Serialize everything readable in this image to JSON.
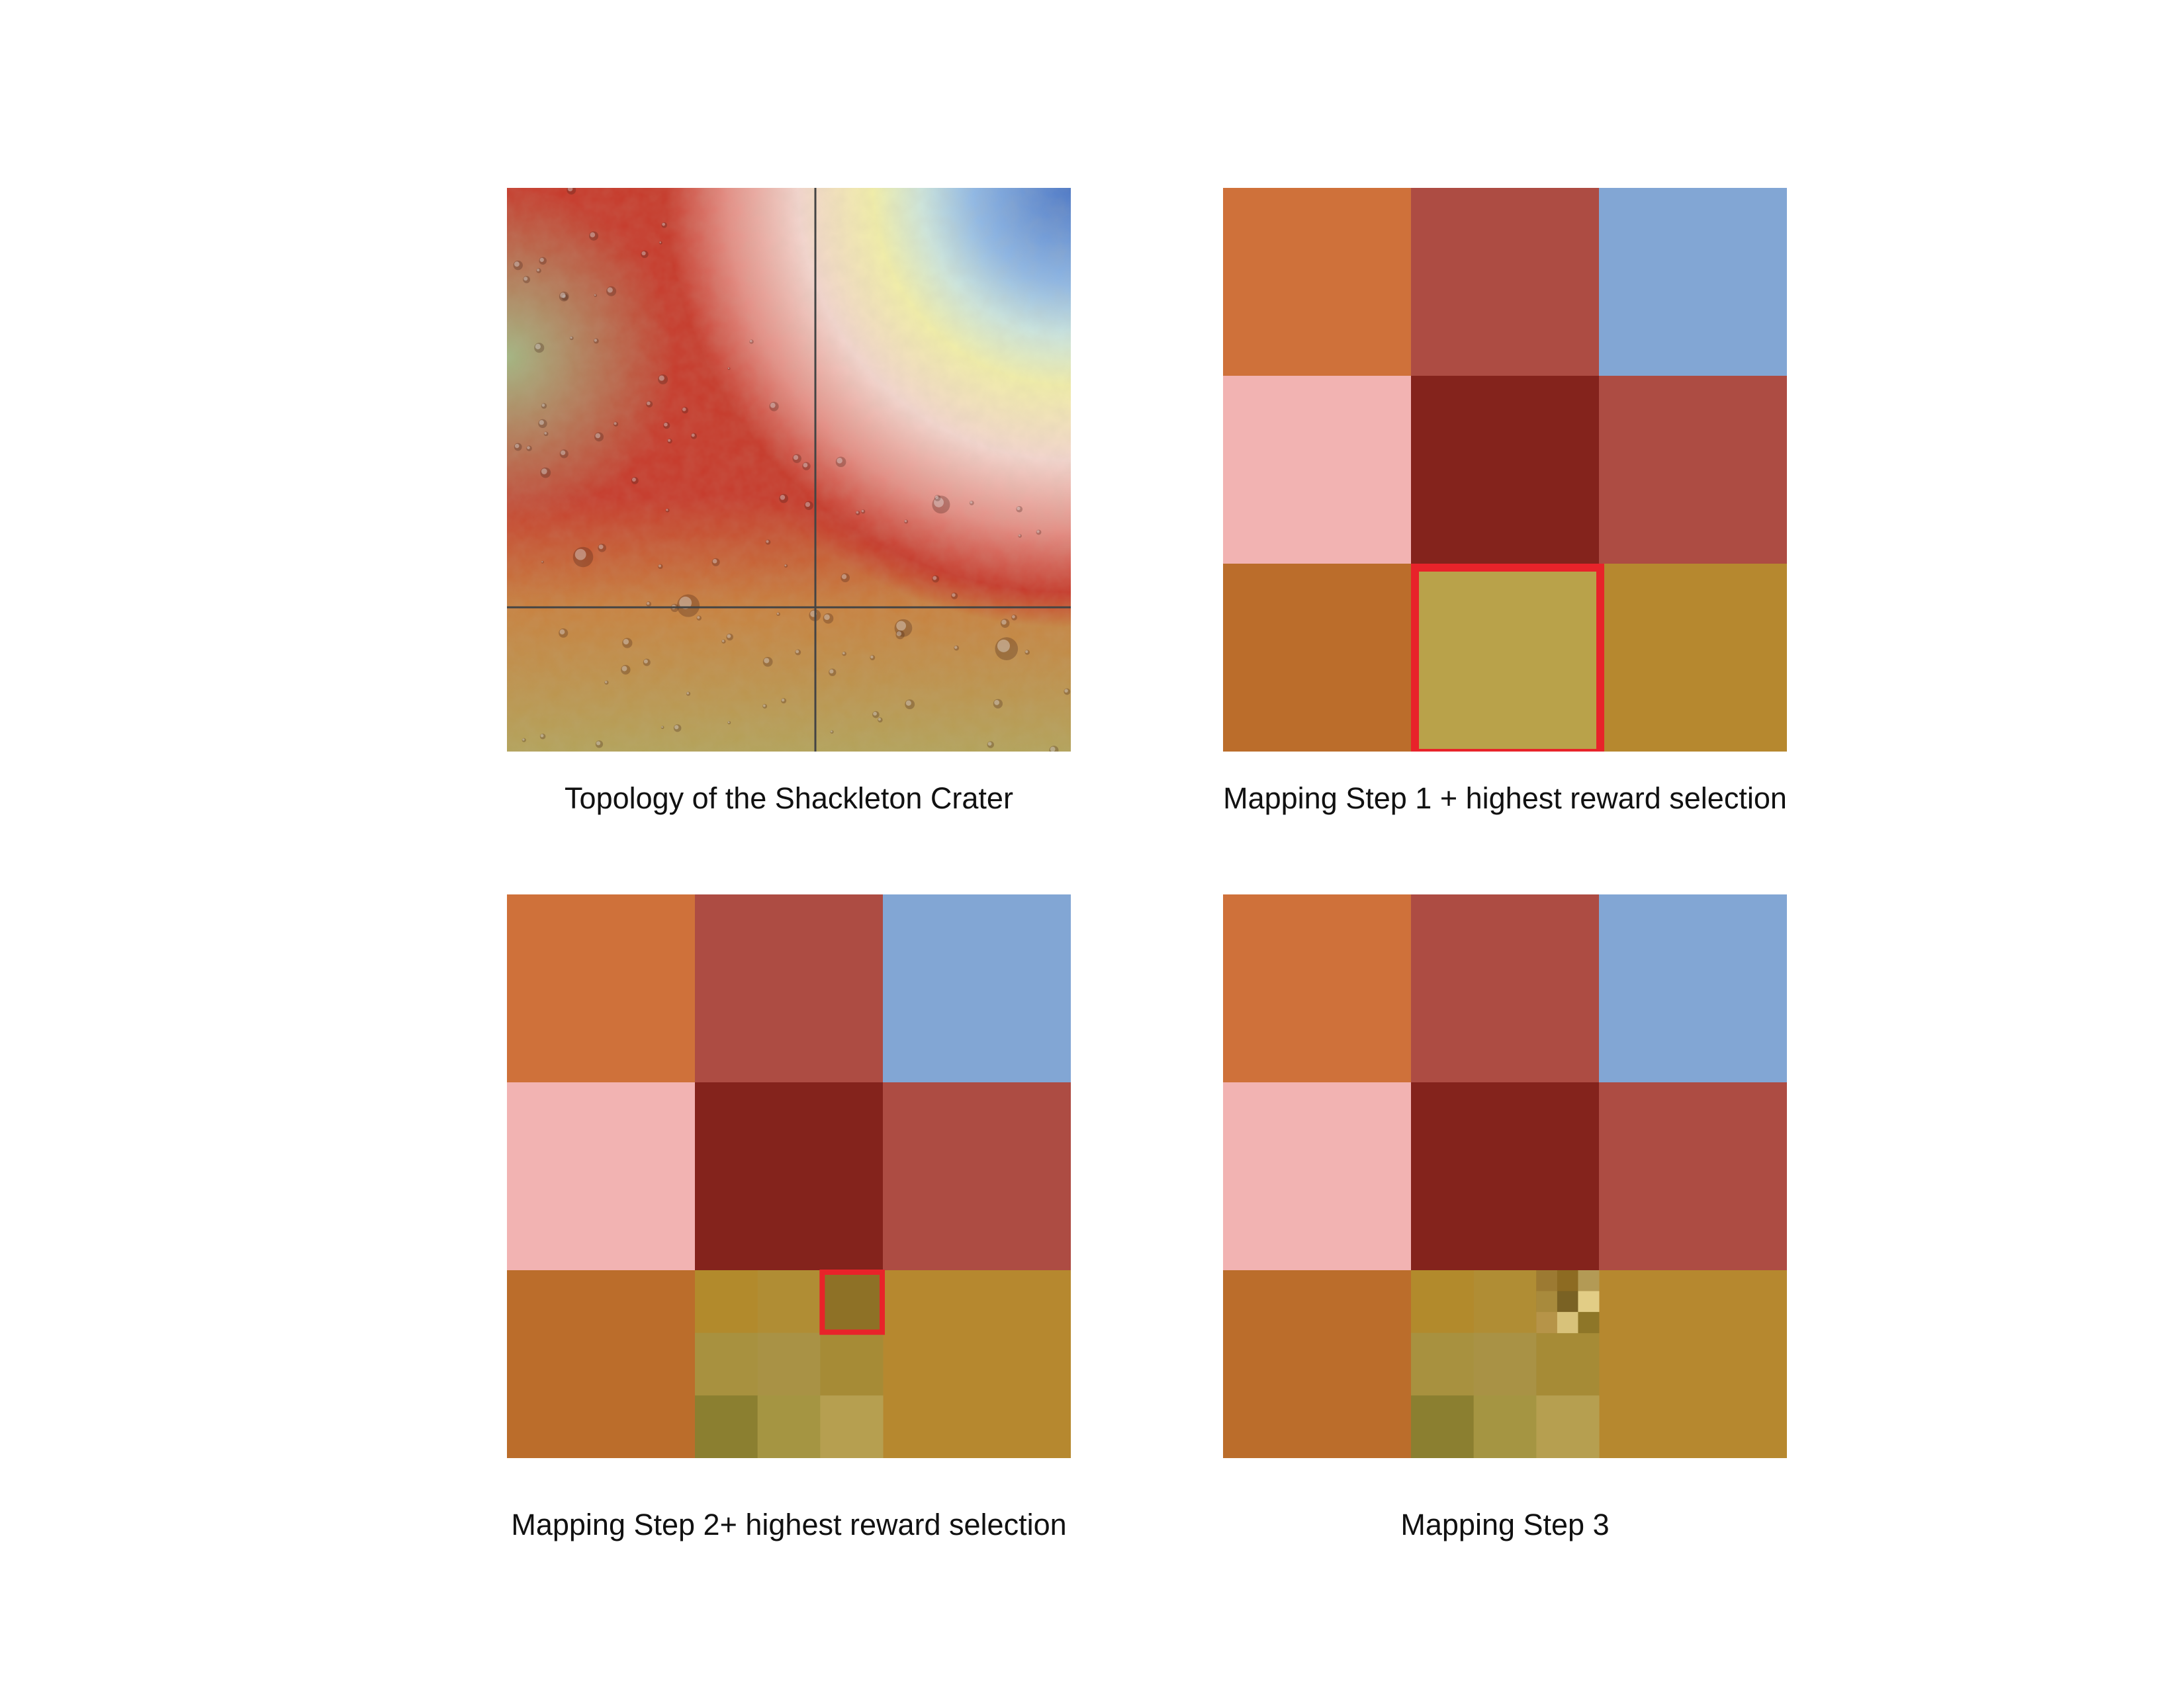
{
  "panels": [
    {
      "id": "topology",
      "caption": "Topology of the Shackleton Crater",
      "kind": "terrain",
      "palette": {
        "red": "#c73a2b",
        "pink": "#f4d6cf",
        "yellow": "#f2efaa",
        "green": "#9fc48c",
        "blue": "#4c78c8",
        "olive": "#b4a35a",
        "gridline": "#444444"
      }
    },
    {
      "id": "step1",
      "caption": "Mapping Step 1 + highest reward selection",
      "kind": "grid",
      "colors": [
        [
          "#cf713a",
          "#ad4c43",
          "#82a6d4"
        ],
        [
          "#f2b3b2",
          "#84231c",
          "#ad4c43"
        ],
        [
          "#bb6d2b",
          "#b9a24a",
          "#b6882f"
        ]
      ],
      "selected_cell": [
        2,
        1
      ],
      "highlight_color": "#e8232a"
    },
    {
      "id": "step2",
      "caption": "Mapping Step 2+ highest reward selection",
      "kind": "grid",
      "colors": [
        [
          "#cf713a",
          "#ad4c43",
          "#82a6d4"
        ],
        [
          "#f2b3b2",
          "#84231c",
          "#ad4c43"
        ],
        [
          "#bb6d2b",
          "#b9a24a",
          "#b6882f"
        ]
      ],
      "subgrid": {
        "cell": [
          2,
          1
        ],
        "colors": [
          [
            "#b28a2c",
            "#b08d34",
            "#8e7126"
          ],
          [
            "#a8913f",
            "#a99245",
            "#a68b36"
          ],
          [
            "#8b7f30",
            "#a59542",
            "#b69f50"
          ]
        ]
      },
      "selected_subcell": [
        0,
        2
      ],
      "highlight_color": "#e8232a"
    },
    {
      "id": "step3",
      "caption": "Mapping Step 3",
      "kind": "grid",
      "colors": [
        [
          "#cf713a",
          "#ad4c43",
          "#82a6d4"
        ],
        [
          "#f2b3b2",
          "#84231c",
          "#ad4c43"
        ],
        [
          "#bb6d2b",
          "#b9a24a",
          "#b6882f"
        ]
      ],
      "subgrid": {
        "cell": [
          2,
          1
        ],
        "colors": [
          [
            "#b28a2c",
            "#b08d34",
            "#9a7a2c"
          ],
          [
            "#a8913f",
            "#a99245",
            "#a68b36"
          ],
          [
            "#8b7f30",
            "#a59542",
            "#b69f50"
          ]
        ]
      },
      "subsubgrid": {
        "subcell": [
          0,
          2
        ],
        "colors": [
          [
            "#9c7a32",
            "#8d6b22",
            "#b39a55"
          ],
          [
            "#a88a3c",
            "#7a6224",
            "#e2cd86"
          ],
          [
            "#b69448",
            "#d8c27a",
            "#8e7628"
          ]
        ]
      }
    }
  ]
}
